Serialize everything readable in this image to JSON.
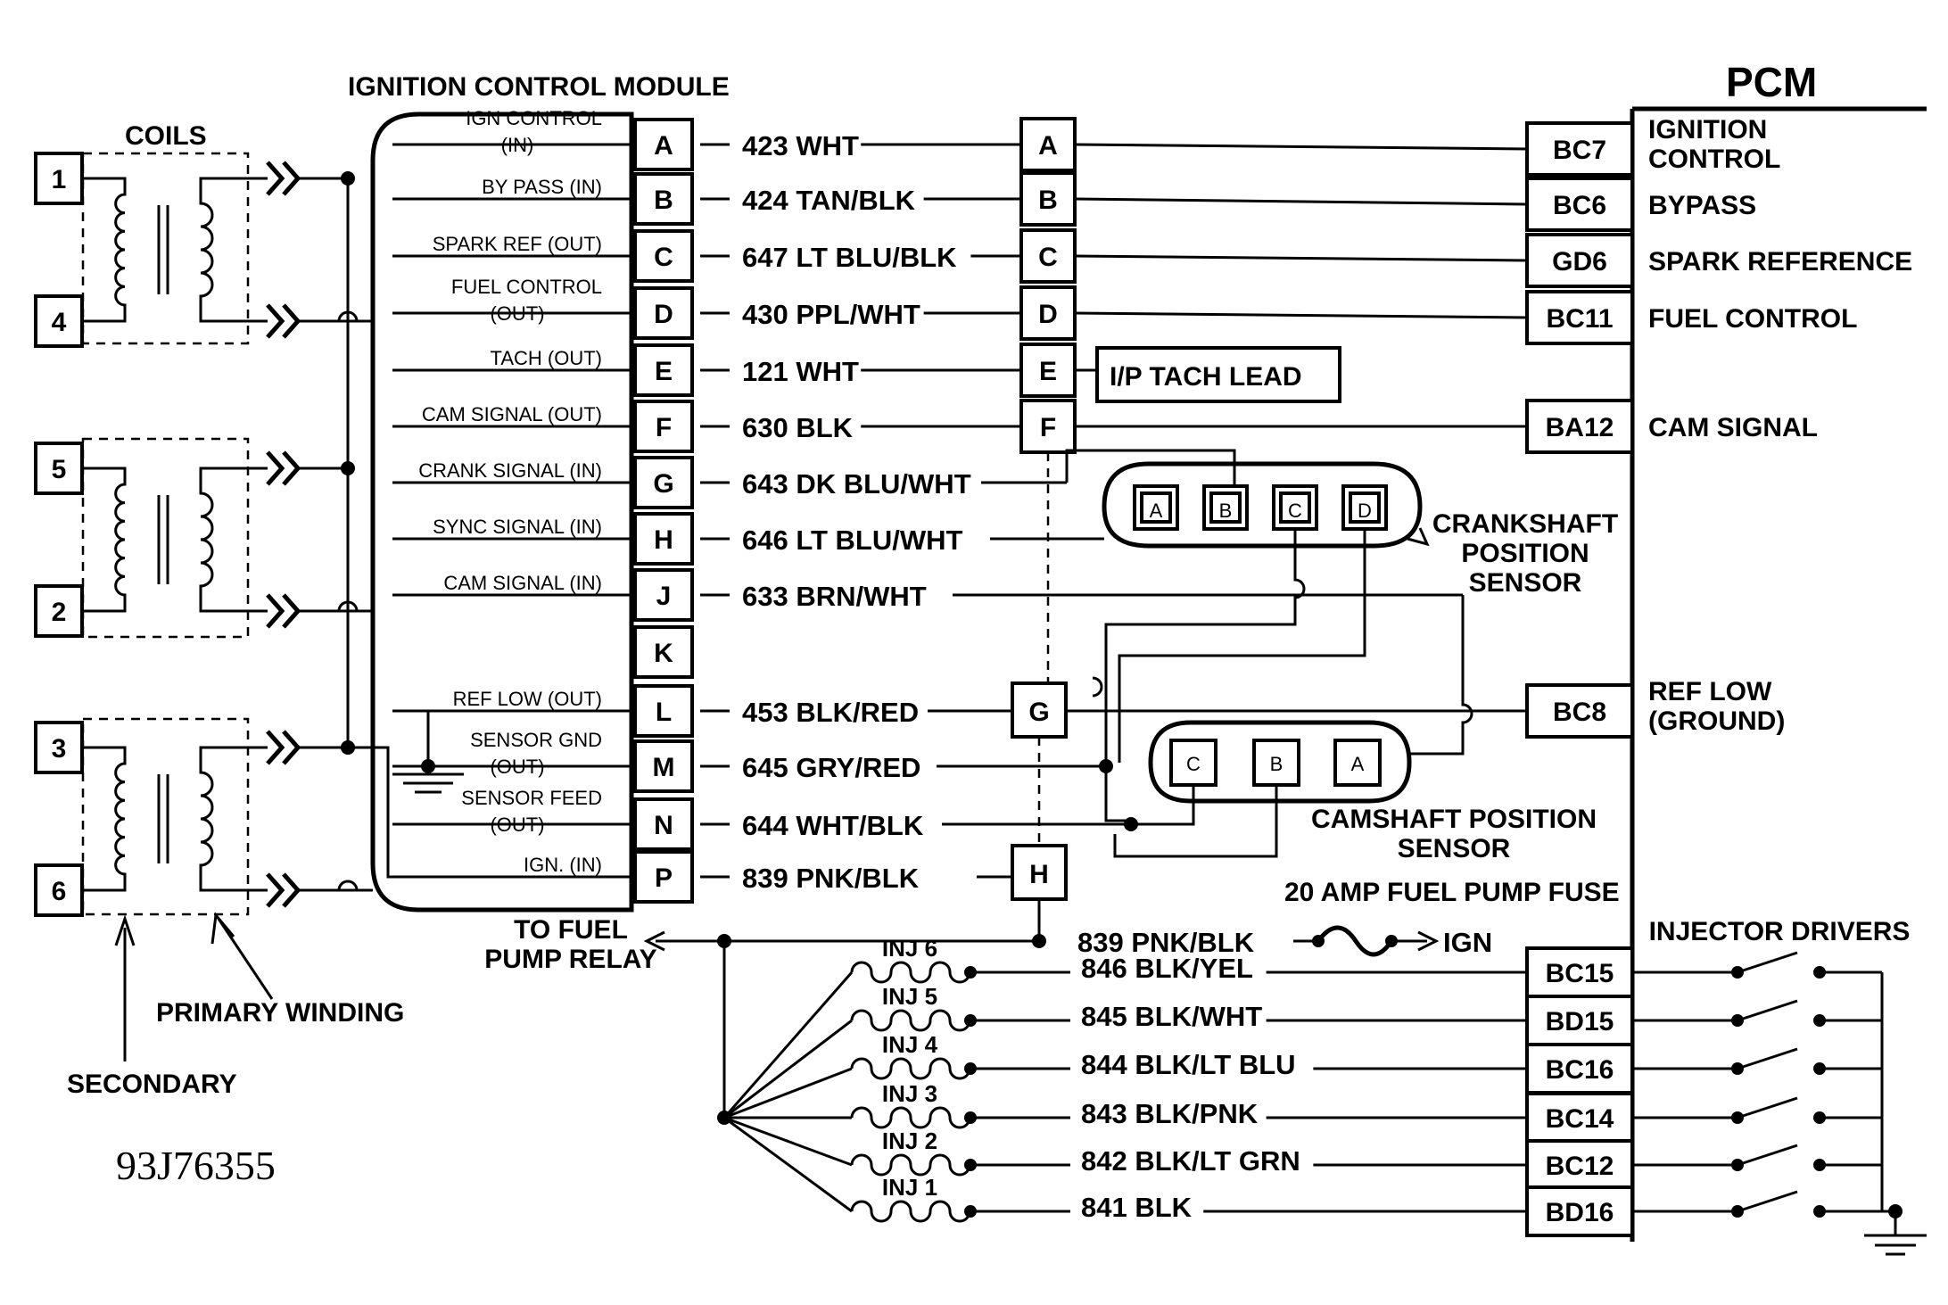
{
  "labels": {
    "icm_title": "IGNITION CONTROL MODULE",
    "pcm_title": "PCM",
    "coils_title": "COILS",
    "primary_winding": "PRIMARY WINDING",
    "secondary": "SECONDARY",
    "tach_lead": "I/P TACH LEAD",
    "crank_sensor": [
      "CRANKSHAFT",
      "POSITION",
      "SENSOR"
    ],
    "cam_sensor": [
      "CAMSHAFT POSITION",
      "SENSOR"
    ],
    "fuse_label": "20 AMP FUEL PUMP FUSE",
    "fuse_wire": "839 PNK/BLK",
    "ign": "IGN",
    "to_fuel_pump": [
      "TO FUEL",
      "PUMP RELAY"
    ],
    "injector_drivers": "INJECTOR DRIVERS",
    "serial": "93J76355"
  },
  "coils": [
    "1",
    "4",
    "5",
    "2",
    "3",
    "6"
  ],
  "icm_pins": [
    {
      "pin": "A",
      "signal": [
        "IGN CONTROL",
        "(IN)"
      ],
      "wire": "423 WHT",
      "conn": "A",
      "pcm_pin": "BC7",
      "pcm_label": [
        "IGNITION",
        "CONTROL"
      ]
    },
    {
      "pin": "B",
      "signal": [
        "BY PASS  (IN)"
      ],
      "wire": "424 TAN/BLK",
      "conn": "B",
      "pcm_pin": "BC6",
      "pcm_label": [
        "BYPASS"
      ]
    },
    {
      "pin": "C",
      "signal": [
        "SPARK REF (OUT)"
      ],
      "wire": "647 LT BLU/BLK",
      "conn": "C",
      "pcm_pin": "GD6",
      "pcm_label": [
        "SPARK REFERENCE"
      ]
    },
    {
      "pin": "D",
      "signal": [
        "FUEL CONTROL",
        "(OUT)"
      ],
      "wire": "430 PPL/WHT",
      "conn": "D",
      "pcm_pin": "BC11",
      "pcm_label": [
        "FUEL CONTROL"
      ]
    },
    {
      "pin": "E",
      "signal": [
        "TACH (OUT)"
      ],
      "wire": "121 WHT",
      "conn": "E",
      "pcm_pin": "",
      "pcm_label": []
    },
    {
      "pin": "F",
      "signal": [
        "CAM SIGNAL (OUT)"
      ],
      "wire": "630 BLK",
      "conn": "F",
      "pcm_pin": "BA12",
      "pcm_label": [
        "CAM SIGNAL"
      ]
    },
    {
      "pin": "G",
      "signal": [
        "CRANK SIGNAL (IN)"
      ],
      "wire": "643 DK BLU/WHT",
      "conn": "",
      "pcm_pin": "",
      "pcm_label": []
    },
    {
      "pin": "H",
      "signal": [
        "SYNC SIGNAL (IN)"
      ],
      "wire": "646 LT BLU/WHT",
      "conn": "",
      "pcm_pin": "",
      "pcm_label": []
    },
    {
      "pin": "J",
      "signal": [
        "CAM SIGNAL (IN)"
      ],
      "wire": "633 BRN/WHT",
      "conn": "",
      "pcm_pin": "",
      "pcm_label": []
    },
    {
      "pin": "K",
      "signal": [],
      "wire": "",
      "conn": "",
      "pcm_pin": "",
      "pcm_label": []
    },
    {
      "pin": "L",
      "signal": [
        "REF LOW (OUT)"
      ],
      "wire": "453 BLK/RED",
      "conn": "G",
      "pcm_pin": "BC8",
      "pcm_label": [
        "REF LOW",
        "(GROUND)"
      ]
    },
    {
      "pin": "M",
      "signal": [
        "SENSOR GND",
        "(OUT)"
      ],
      "wire": "645 GRY/RED",
      "conn": "",
      "pcm_pin": "",
      "pcm_label": []
    },
    {
      "pin": "N",
      "signal": [
        "SENSOR FEED",
        "(OUT)"
      ],
      "wire": "644 WHT/BLK",
      "conn": "",
      "pcm_pin": "",
      "pcm_label": []
    },
    {
      "pin": "P",
      "signal": [
        "IGN. (IN)"
      ],
      "wire": "839 PNK/BLK",
      "conn": "H",
      "pcm_pin": "",
      "pcm_label": []
    }
  ],
  "crank_pins": [
    "A",
    "B",
    "C",
    "D"
  ],
  "cam_pins": [
    "C",
    "B",
    "A"
  ],
  "injectors": [
    {
      "name": "INJ 6",
      "wire": "846 BLK/YEL",
      "pcm_pin": "BC15"
    },
    {
      "name": "INJ 5",
      "wire": "845 BLK/WHT",
      "pcm_pin": "BD15"
    },
    {
      "name": "INJ 4",
      "wire": "844 BLK/LT BLU",
      "pcm_pin": "BC16"
    },
    {
      "name": "INJ 3",
      "wire": "843 BLK/PNK",
      "pcm_pin": "BC14"
    },
    {
      "name": "INJ 2",
      "wire": "842 BLK/LT GRN",
      "pcm_pin": "BC12"
    },
    {
      "name": "INJ 1",
      "wire": "841 BLK",
      "pcm_pin": "BD16"
    }
  ]
}
